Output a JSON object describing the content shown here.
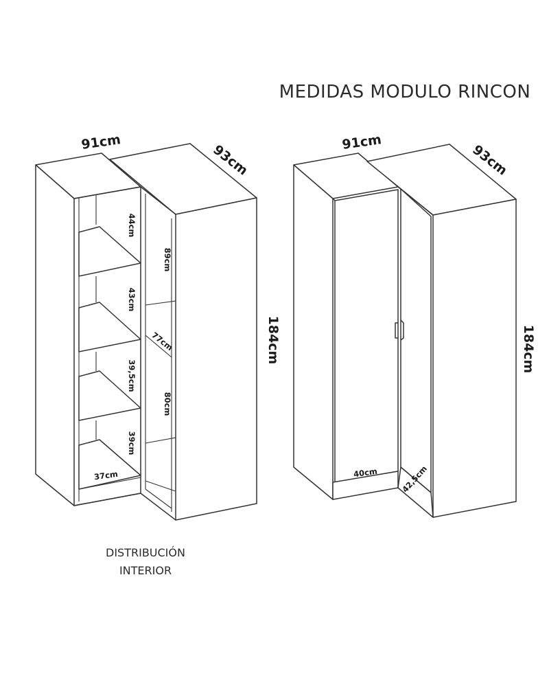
{
  "header": {
    "title": "MEDIDAS MODULO RINCON"
  },
  "interior_view": {
    "caption_line1": "DISTRIBUCIÓN",
    "caption_line2": "INTERIOR",
    "width_label": "91cm",
    "depth_label": "93cm",
    "height_label": "184cm",
    "shelf_heights": [
      "44cm",
      "43cm",
      "39,5cm",
      "39cm"
    ],
    "inner_depth_label": "37cm",
    "hanging_upper_label": "89cm",
    "hanging_lower_label": "80cm",
    "corner_label": "77cm"
  },
  "exterior_view": {
    "width_label": "91cm",
    "depth_label": "93cm",
    "height_label": "184cm",
    "door_left_label": "40cm",
    "door_right_label": "42,5cm"
  }
}
